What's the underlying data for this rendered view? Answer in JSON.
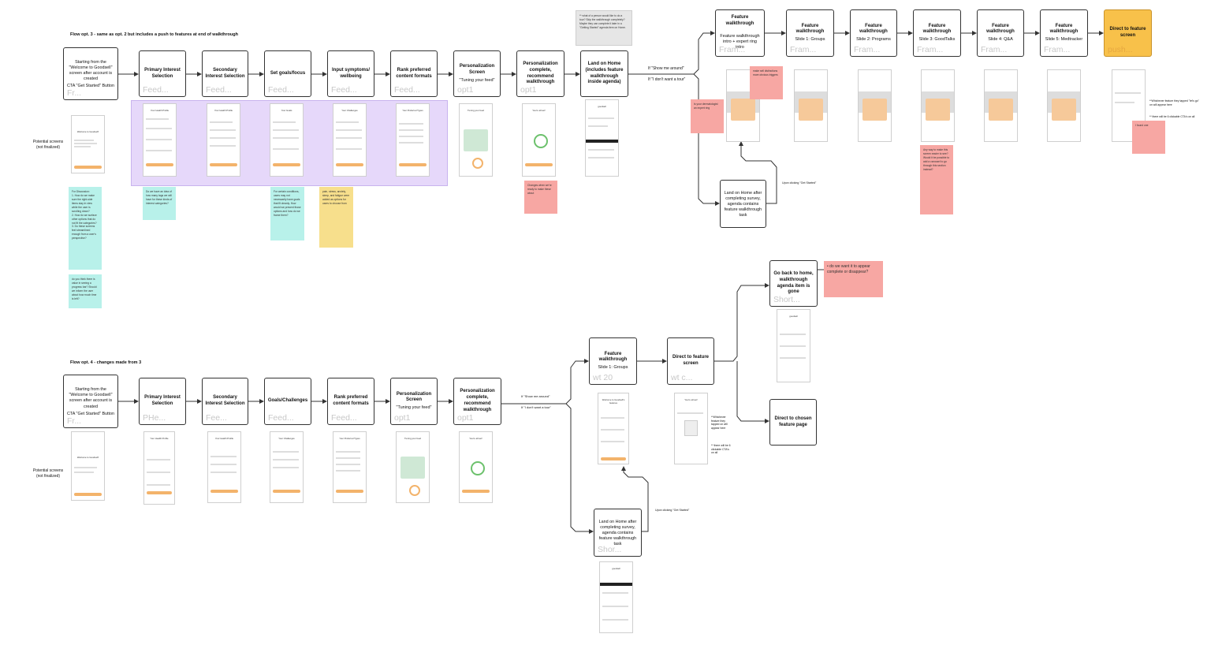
{
  "flow3": {
    "title": "Flow opt. 3 - same as opt. 2 but includes a push to features  at end of walkthrough",
    "nodes": [
      {
        "title": "Starting from the \"Welcome to Goodsell\" screen after account is created",
        "sub": "CTA \"Get Started\" Button",
        "ghost": "Fr..."
      },
      {
        "title": "Primary Interest Selection",
        "sub": "",
        "ghost": "Feed..."
      },
      {
        "title": "Secondary Interest Selection",
        "sub": "",
        "ghost": "Feed..."
      },
      {
        "title": "Set goals/focus",
        "sub": "",
        "ghost": "Feed..."
      },
      {
        "title": "Input symptoms/ wellbeing",
        "sub": "",
        "ghost": "Feed..."
      },
      {
        "title": "Rank preferred content formats",
        "sub": "",
        "ghost": "Feed..."
      },
      {
        "title": "Personalization Screen",
        "sub": "\"Tuning your feed\"",
        "ghost": "opt1"
      },
      {
        "title": "Personalization complete, recommend walkthrough",
        "sub": "",
        "ghost": "opt1"
      },
      {
        "title": "Land on Home (includes feature walkthrough inside agenda)",
        "sub": "",
        "ghost": ""
      }
    ],
    "walkthrough": [
      {
        "title": "Feature walkthrough",
        "sub": "Feature walkthrough intro + expert ring intro",
        "ghost": "Fram..."
      },
      {
        "title": "Feature walkthrough",
        "sub": "Slide 1: Groups",
        "ghost": "Fram..."
      },
      {
        "title": "Feature walkthrough",
        "sub": "Slide 2: Programs",
        "ghost": "Fram..."
      },
      {
        "title": "Feature walkthrough",
        "sub": "Slide 3: GoodTalks",
        "ghost": "Fram..."
      },
      {
        "title": "Feature walkthrough",
        "sub": "Slide 4: Q&A",
        "ghost": "Fram..."
      },
      {
        "title": "Feature walkthrough",
        "sub": "Slide 5: Medtracker",
        "ghost": "Fram..."
      },
      {
        "title": "Direct to feature screen",
        "sub": "",
        "ghost": "push..."
      }
    ],
    "land_task": {
      "title": "Land on Home after completing survey, agenda contains feature walkthrough task",
      "ghost": ""
    },
    "edge_labels": {
      "show": "If \"Show me around\"",
      "no": "If \"I don't want a tour\"",
      "upon": "Upon clicking \"Get Started\""
    },
    "potential": "Potential screens\n(not finalized)",
    "feature_notes": [
      "**Whichever feature they tapped \"let's go\" on will appear here",
      "** there will be 6 clickable CTA's on all"
    ],
    "back_home": {
      "title": "Go back to home, walkthrough agenda item is gone",
      "ghost": "Short..."
    },
    "bullet": "do we want it to appear complete or disappear?"
  },
  "flow4": {
    "title": "Flow opt. 4 - changes made from 3",
    "nodes": [
      {
        "title": "Starting from the \"Welcome to Goodsell\" screen after account is created",
        "sub": "CTA \"Get Started\" Button",
        "ghost": "Fr..."
      },
      {
        "title": "Primary Interest Selection",
        "sub": "",
        "ghost": "PHe..."
      },
      {
        "title": "Secondary Interest Selection",
        "sub": "",
        "ghost": "Fee..."
      },
      {
        "title": "Goals/Challenges",
        "sub": "",
        "ghost": "Feed..."
      },
      {
        "title": "Rank preferred content formats",
        "sub": "",
        "ghost": "Feed..."
      },
      {
        "title": "Personalization Screen",
        "sub": "\"Tuning your feed\"",
        "ghost": "opt1"
      },
      {
        "title": "Personalization complete, recommend walkthrough",
        "sub": "",
        "ghost": "opt1"
      }
    ],
    "walk1": {
      "title": "Feature walkthrough",
      "sub": "Slide 1: Groups",
      "ghost": "wt 20"
    },
    "direct": {
      "title": "Direct to feature screen",
      "ghost": "wt c..."
    },
    "chosen": {
      "title": "Direct to chosen feature page"
    },
    "land_task": {
      "title": "Land on Home after completing survey, agenda contains feature walkthrough task",
      "ghost": "Shor..."
    },
    "edge_labels": {
      "show": "If \"Show me around\"",
      "no": "If \"I don't want a tour\"",
      "upon": "Upon clicking \"Get Started\""
    },
    "potential": "Potential screens\n(not finalized)",
    "notes": [
      "**Whichever feature they tapped on will appear here",
      "** there will be 6 clickable CTA's on all"
    ]
  },
  "stickies": {
    "grey_top": "** what of a person would like to do a tour? Skip the walkthrough completely? Maybe they can complete it later in a \"Getting Started\" agenda item on Home.",
    "cyan1": "For Discussion:\n1. How do we make sure the right-side items stay in view while the user is scrolling down?\n2. How do we surface other options that do not fit the categories?\n3. Do these screens feel streamlined enough from a user's perspective?",
    "cyan2": "do you think there is value in seeing a progress bar? Should we inform the user about how much time is left?",
    "cyan3": "Do we have an idea of how many tags we will have for these kinds of interest categories?",
    "cyan4": "For certain conditions, users may not necessarily have goals that fit cleanly. How would we present those options and how do we frame them?",
    "yellow1": "pain, stress, anxiety, sleep, and fatigue were added as options for users to choose from",
    "pink1": "Changes when we're ready to make these about",
    "pink2": "Is your dermatologist an expert ring",
    "pink3": "make sell distinctions more obvious triggers",
    "pink4": "Any way to make this screen easier to see? Would it be possible to add a carousel to go through this section instead?",
    "pink5": "I found one",
    "pink6": "do we want it to appear complete or disappear?"
  },
  "screens": {
    "welcome": "Welcome to Goodsell!",
    "interest": "Your Health Profile",
    "goals": "Your Goals",
    "challenges": "Your Challenges",
    "formats": "Your Preferred Types",
    "tuning": "Tuning your feed",
    "all_set": "You're all set!",
    "percent": "100%",
    "home": "goodsell",
    "welcome_feature": "Welcome to Goodsell's features"
  }
}
